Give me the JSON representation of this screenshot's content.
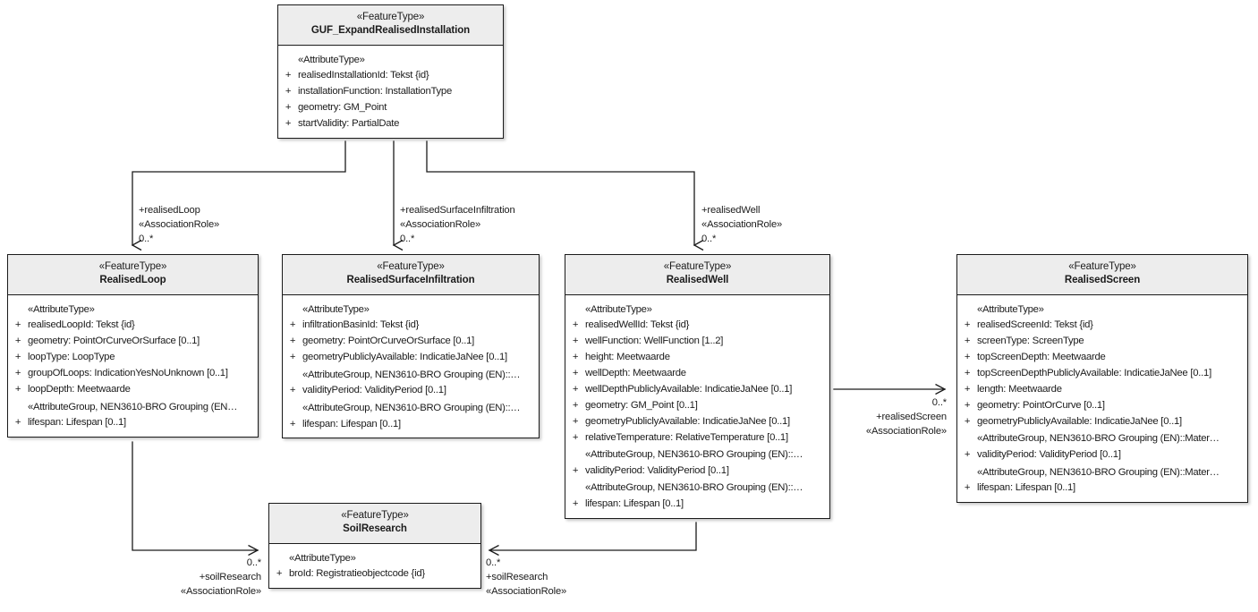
{
  "diagram": {
    "title": "GUF_ExpandRealisedInstallation UML class diagram",
    "stereotype_feature": "«FeatureType»",
    "stereotype_attribute": "«AttributeType»",
    "visibility_public": "+",
    "colors": {
      "header_fill": "#ededed",
      "body_fill": "#ffffff",
      "border": "#1b1b1b",
      "text": "#1b1b1b",
      "background": "#ffffff"
    }
  },
  "classes": {
    "guf_expand": {
      "stereotype": "«FeatureType»",
      "name": "GUF_ExpandRealisedInstallation",
      "sections": [
        {
          "group": "«AttributeType»",
          "attributes": [
            {
              "vis": "+",
              "text": "realisedInstallationId: Tekst {id}"
            },
            {
              "vis": "+",
              "text": "installationFunction: InstallationType"
            },
            {
              "vis": "+",
              "text": "geometry: GM_Point"
            },
            {
              "vis": "+",
              "text": "startValidity: PartialDate"
            }
          ]
        }
      ]
    },
    "realised_loop": {
      "stereotype": "«FeatureType»",
      "name": "RealisedLoop",
      "sections": [
        {
          "group": "«AttributeType»",
          "attributes": [
            {
              "vis": "+",
              "text": "realisedLoopId: Tekst {id}"
            },
            {
              "vis": "+",
              "text": "geometry: PointOrCurveOrSurface [0..1]"
            },
            {
              "vis": "+",
              "text": "loopType: LoopType"
            },
            {
              "vis": "+",
              "text": "groupOfLoops: IndicationYesNoUnknown [0..1]"
            },
            {
              "vis": "+",
              "text": "loopDepth: Meetwaarde"
            }
          ]
        },
        {
          "group": "«AttributeGroup, NEN3610-BRO Grouping (EN…",
          "attributes": [
            {
              "vis": "+",
              "text": "lifespan: Lifespan [0..1]"
            }
          ]
        }
      ]
    },
    "realised_surface_infiltration": {
      "stereotype": "«FeatureType»",
      "name": "RealisedSurfaceInfiltration",
      "sections": [
        {
          "group": "«AttributeType»",
          "attributes": [
            {
              "vis": "+",
              "text": "infiltrationBasinId: Tekst {id}"
            },
            {
              "vis": "+",
              "text": "geometry: PointOrCurveOrSurface [0..1]"
            },
            {
              "vis": "+",
              "text": "geometryPubliclyAvailable: IndicatieJaNee [0..1]"
            }
          ]
        },
        {
          "group": "«AttributeGroup, NEN3610-BRO Grouping (EN)::…",
          "attributes": [
            {
              "vis": "+",
              "text": "validityPeriod: ValidityPeriod [0..1]"
            }
          ]
        },
        {
          "group": "«AttributeGroup, NEN3610-BRO Grouping (EN)::…",
          "attributes": [
            {
              "vis": "+",
              "text": "lifespan: Lifespan [0..1]"
            }
          ]
        }
      ]
    },
    "realised_well": {
      "stereotype": "«FeatureType»",
      "name": "RealisedWell",
      "sections": [
        {
          "group": "«AttributeType»",
          "attributes": [
            {
              "vis": "+",
              "text": "realisedWellId: Tekst {id}"
            },
            {
              "vis": "+",
              "text": "wellFunction: WellFunction [1..2]"
            },
            {
              "vis": "+",
              "text": "height: Meetwaarde"
            },
            {
              "vis": "+",
              "text": "wellDepth: Meetwaarde"
            },
            {
              "vis": "+",
              "text": "wellDepthPubliclyAvailable: IndicatieJaNee [0..1]"
            },
            {
              "vis": "+",
              "text": "geometry: GM_Point [0..1]"
            },
            {
              "vis": "+",
              "text": "geometryPubliclyAvailable: IndicatieJaNee [0..1]"
            },
            {
              "vis": "+",
              "text": "relativeTemperature: RelativeTemperature [0..1]"
            }
          ]
        },
        {
          "group": "«AttributeGroup, NEN3610-BRO Grouping (EN)::…",
          "attributes": [
            {
              "vis": "+",
              "text": "validityPeriod: ValidityPeriod [0..1]"
            }
          ]
        },
        {
          "group": "«AttributeGroup, NEN3610-BRO Grouping (EN)::…",
          "attributes": [
            {
              "vis": "+",
              "text": "lifespan: Lifespan [0..1]"
            }
          ]
        }
      ]
    },
    "realised_screen": {
      "stereotype": "«FeatureType»",
      "name": "RealisedScreen",
      "sections": [
        {
          "group": "«AttributeType»",
          "attributes": [
            {
              "vis": "+",
              "text": "realisedScreenId: Tekst {id}"
            },
            {
              "vis": "+",
              "text": "screenType: ScreenType"
            },
            {
              "vis": "+",
              "text": "topScreenDepth: Meetwaarde"
            },
            {
              "vis": "+",
              "text": "topScreenDepthPubliclyAvailable: IndicatieJaNee [0..1]"
            },
            {
              "vis": "+",
              "text": "length: Meetwaarde"
            },
            {
              "vis": "+",
              "text": "geometry: PointOrCurve [0..1]"
            },
            {
              "vis": "+",
              "text": "geometryPubliclyAvailable: IndicatieJaNee [0..1]"
            }
          ]
        },
        {
          "group": "«AttributeGroup, NEN3610-BRO Grouping (EN)::Mater…",
          "attributes": [
            {
              "vis": "+",
              "text": "validityPeriod: ValidityPeriod [0..1]"
            }
          ]
        },
        {
          "group": "«AttributeGroup, NEN3610-BRO Grouping (EN)::Mater…",
          "attributes": [
            {
              "vis": "+",
              "text": "lifespan: Lifespan [0..1]"
            }
          ]
        }
      ]
    },
    "soil_research": {
      "stereotype": "«FeatureType»",
      "name": "SoilResearch",
      "sections": [
        {
          "group": "«AttributeType»",
          "attributes": [
            {
              "vis": "+",
              "text": "broId: Registratieobjectcode {id}"
            }
          ]
        }
      ]
    }
  },
  "associations": {
    "realised_loop": {
      "role": "+realisedLoop",
      "stereotype": "«AssociationRole»",
      "multiplicity": "0..*"
    },
    "realised_surface_infiltration": {
      "role": "+realisedSurfaceInfiltration",
      "stereotype": "«AssociationRole»",
      "multiplicity": "0..*"
    },
    "realised_well": {
      "role": "+realisedWell",
      "stereotype": "«AssociationRole»",
      "multiplicity": "0..*"
    },
    "realised_screen": {
      "role": "+realisedScreen",
      "stereotype": "«AssociationRole»",
      "multiplicity": "0..*"
    },
    "soil_research_from_loop": {
      "role": "+soilResearch",
      "stereotype": "«AssociationRole»",
      "multiplicity": "0..*"
    },
    "soil_research_from_well": {
      "role": "+soilResearch",
      "stereotype": "«AssociationRole»",
      "multiplicity": "0..*"
    }
  }
}
